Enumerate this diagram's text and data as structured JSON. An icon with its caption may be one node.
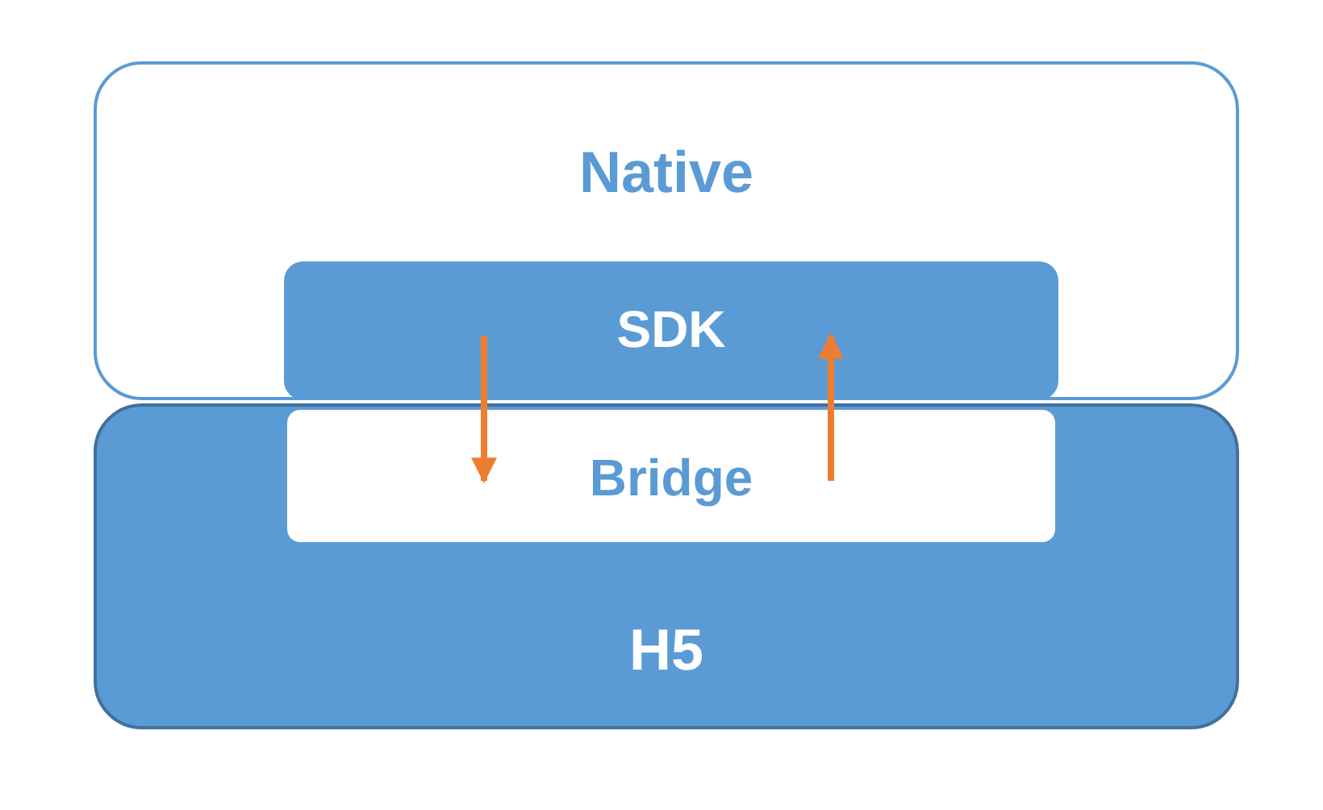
{
  "diagram": {
    "nodes": [
      {
        "text": [
          "Native"
        ]
      },
      {
        "text": [
          "SDK"
        ],
        "in": 0
      },
      {
        "text": [
          "H5"
        ]
      },
      {
        "text": [
          "Bridge"
        ],
        "in": 2
      }
    ],
    "edges": [
      {
        "from": 1,
        "to": 3,
        "arrow": "to",
        "color": "#ed7d31"
      },
      {
        "from": 3,
        "to": 1,
        "arrow": "to",
        "color": "#ed7d31"
      }
    ]
  }
}
